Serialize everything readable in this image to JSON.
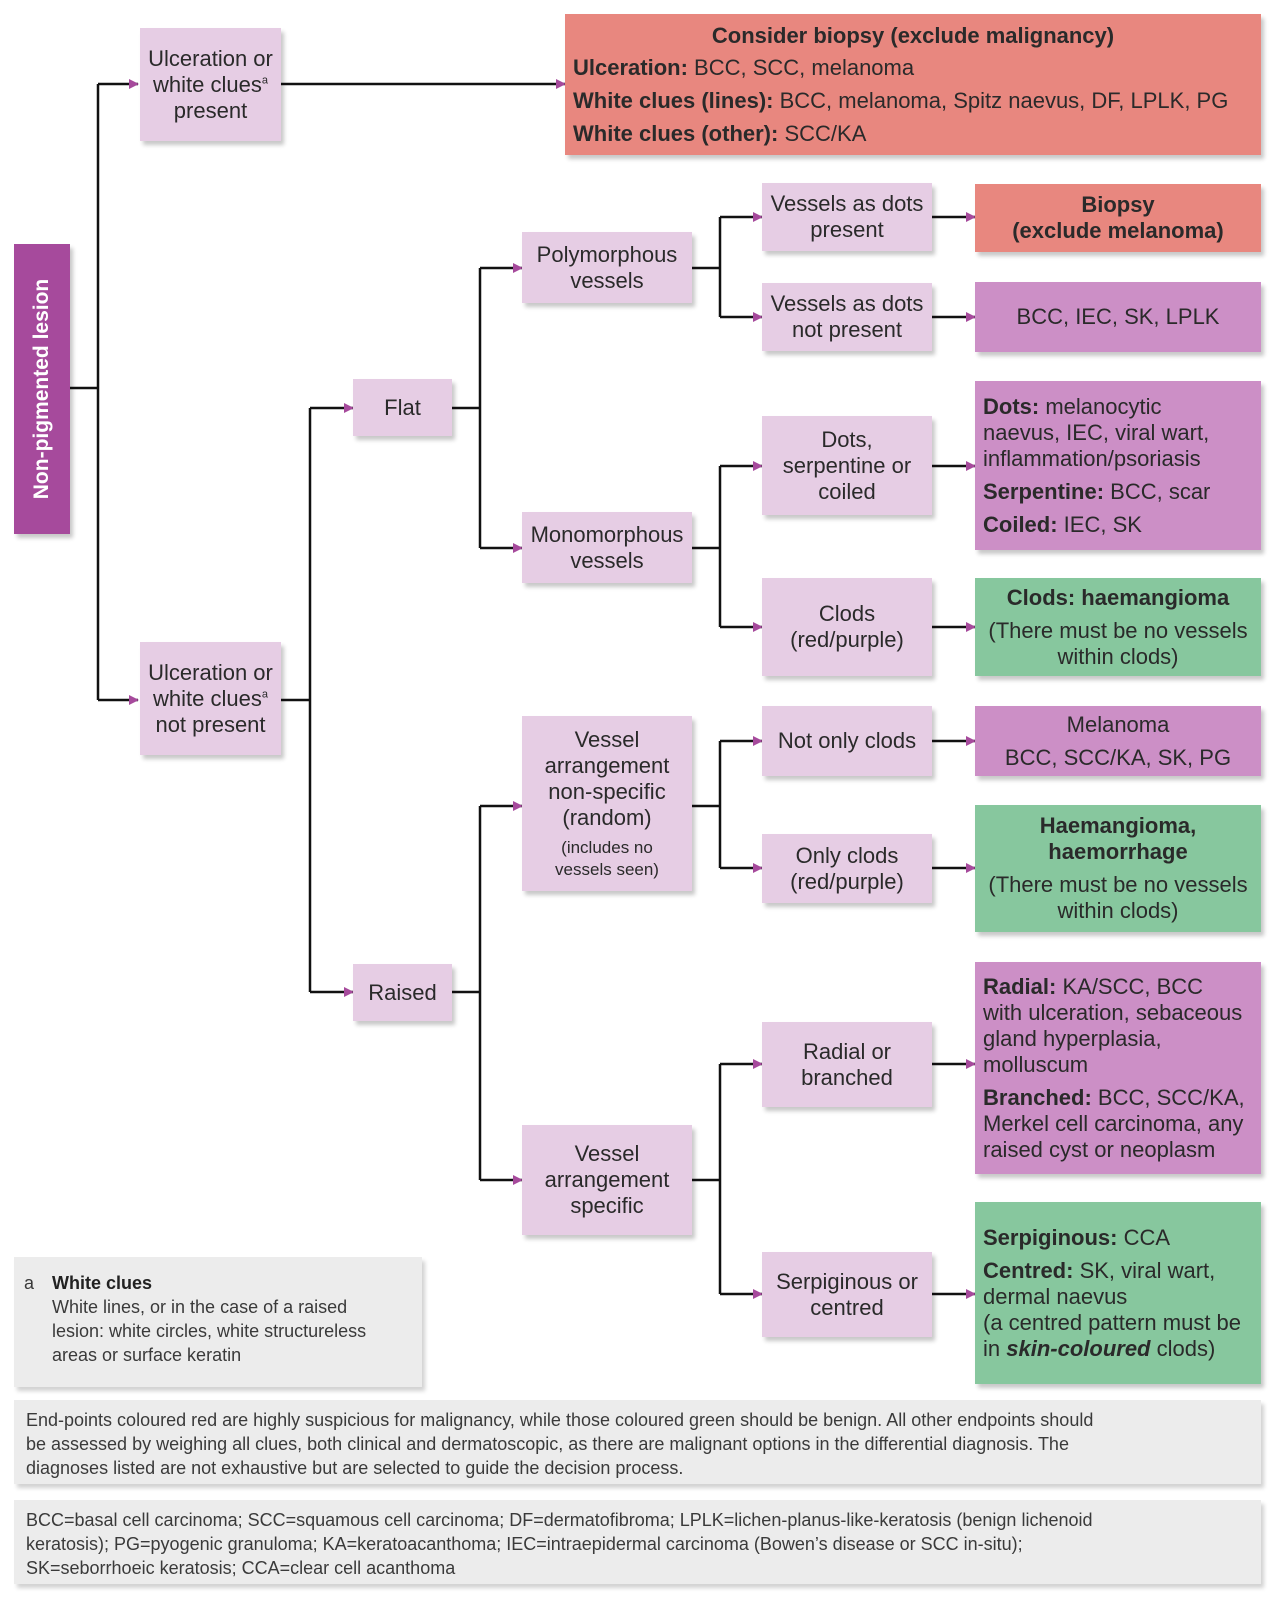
{
  "root": "Non-pigmented lesion",
  "ulc_present": {
    "line1": "Ulceration or",
    "line2": "white clues",
    "sup": "a",
    "line3": "present"
  },
  "ulc_absent": {
    "line1": "Ulceration or",
    "line2": "white clues",
    "sup": "a",
    "line3": "not present"
  },
  "biopsy_top": {
    "title": "Consider biopsy (exclude malignancy)",
    "r1_label": "Ulceration:",
    "r1_text": " BCC, SCC, melanoma",
    "r2_label": "White clues (lines):",
    "r2_text": " BCC, melanoma, Spitz naevus, DF, LPLK, PG",
    "r3_label": "White clues (other):",
    "r3_text": " SCC/KA"
  },
  "flat": "Flat",
  "raised": "Raised",
  "polymorphous": {
    "l1": "Polymorphous",
    "l2": "vessels"
  },
  "monomorphous": {
    "l1": "Monomorphous",
    "l2": "vessels"
  },
  "nonspecific": {
    "l1": "Vessel",
    "l2": "arrangement",
    "l3": "non-specific",
    "l4": "(random)",
    "s1": "(includes no",
    "s2": "vessels seen)"
  },
  "specific": {
    "l1": "Vessel",
    "l2": "arrangement",
    "l3": "specific"
  },
  "dots_present": {
    "l1": "Vessels as dots",
    "l2": "present"
  },
  "dots_absent": {
    "l1": "Vessels as dots",
    "l2": "not present"
  },
  "dots_serp": {
    "l1": "Dots,",
    "l2": "serpentine or",
    "l3": "coiled"
  },
  "clods": {
    "l1": "Clods",
    "l2": "(red/purple)"
  },
  "not_only_clods": "Not only clods",
  "only_clods": {
    "l1": "Only clods",
    "l2": "(red/purple)"
  },
  "radial": {
    "l1": "Radial or",
    "l2": "branched"
  },
  "serpiginous": {
    "l1": "Serpiginous or",
    "l2": "centred"
  },
  "out_biopsy_mel": {
    "l1": "Biopsy",
    "l2": "(exclude melanoma)"
  },
  "out_bcc_iec": "BCC, IEC, SK, LPLK",
  "out_dots": {
    "d_label": "Dots:",
    "d_text1": " melanocytic",
    "d_text2": "naevus, IEC, viral wart,",
    "d_text3": "inflammation/psoriasis",
    "s_label": "Serpentine:",
    "s_text": " BCC, scar",
    "c_label": "Coiled:",
    "c_text": " IEC, SK"
  },
  "out_clods": {
    "title": "Clods: haemangioma",
    "l1": "(There must be no vessels",
    "l2": "within clods)"
  },
  "out_melanoma": {
    "l1": "Melanoma",
    "l2": "BCC, SCC/KA, SK, PG"
  },
  "out_haem": {
    "t1": "Haemangioma,",
    "t2": "haemorrhage",
    "l1": "(There must be no vessels",
    "l2": "within clods)"
  },
  "out_radial": {
    "r_label": "Radial:",
    "r_text1": " KA/SCC, BCC",
    "r_text2": "with ulceration, sebaceous",
    "r_text3": "gland hyperplasia,",
    "r_text4": "molluscum",
    "b_label": "Branched:",
    "b_text1": " BCC, SCC/KA,",
    "b_text2": "Merkel cell carcinoma, any",
    "b_text3": "raised cyst or neoplasm"
  },
  "out_serp": {
    "s_label": "Serpiginous:",
    "s_text": " CCA",
    "c_label": "Centred:",
    "c_text1": " SK, viral wart,",
    "c_text2": "dermal naevus",
    "p1": "(a centred pattern must be",
    "p2_pre": "in ",
    "p2_em": "skin-coloured",
    "p2_post": " clods)"
  },
  "footnote": {
    "marker": "a",
    "title": "White clues",
    "l1": "White lines, or in the case of a raised",
    "l2": "lesion: white circles, white structureless",
    "l3": "areas or surface keratin"
  },
  "note1": {
    "l1": "End-points coloured red are highly suspicious for malignancy, while those coloured green should be benign. All other endpoints should",
    "l2": "be assessed by weighing all clues, both clinical and dermatoscopic, as there are malignant options in the differential diagnosis. The",
    "l3": "diagnoses listed are not exhaustive but are selected to guide the decision process."
  },
  "note2": {
    "l1": "BCC=basal cell carcinoma; SCC=squamous cell carcinoma; DF=dermatofibroma; LPLK=lichen-planus-like-keratosis (benign lichenoid",
    "l2": "keratosis); PG=pyogenic granuloma; KA=keratoacanthoma; IEC=intraepidermal carcinoma (Bowen’s disease or SCC in-situ);",
    "l3": "SK=seborrhoeic keratosis; CCA=clear cell acanthoma"
  },
  "colors": {
    "root": "#a64a9c",
    "light_purple": "#e6cde4",
    "mid_purple": "#cc8fc6",
    "red": "#e8877f",
    "green": "#87c79e",
    "arrow": "#a64a9c",
    "line": "#111111"
  }
}
